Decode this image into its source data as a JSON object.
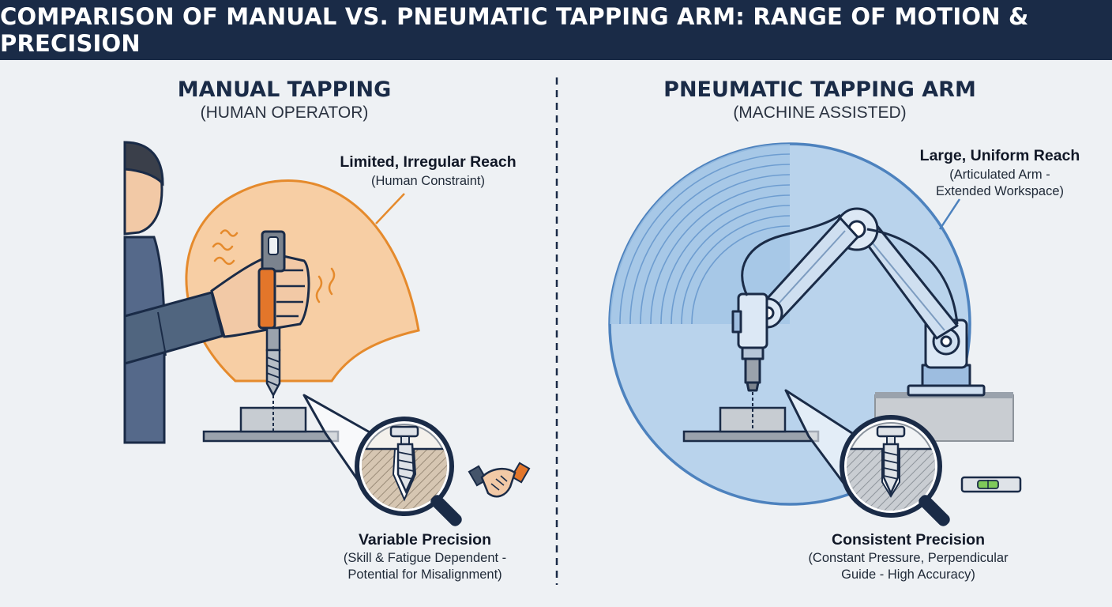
{
  "title": "COMPARISON OF MANUAL VS. PNEUMATIC TAPPING ARM: RANGE OF MOTION & PRECISION",
  "colors": {
    "header_bg": "#1a2b47",
    "manual_reach": "#f5a65b",
    "pneumatic_reach": "#5b8fc9",
    "background": "#eef1f4"
  },
  "manual": {
    "heading": "MANUAL TAPPING",
    "subheading": "(HUMAN OPERATOR)",
    "reach_label": "Limited, Irregular Reach",
    "reach_note": "(Human Constraint)",
    "precision_label": "Variable Precision",
    "precision_note_1": "(Skill & Fatigue Dependent -",
    "precision_note_2": "Potential for Misalignment)"
  },
  "pneumatic": {
    "heading": "PNEUMATIC TAPPING ARM",
    "subheading": "(MACHINE ASSISTED)",
    "reach_label": "Large, Uniform Reach",
    "reach_note_1": "(Articulated Arm -",
    "reach_note_2": "Extended Workspace)",
    "precision_label": "Consistent Precision",
    "precision_note_1": "(Constant Pressure, Perpendicular",
    "precision_note_2": "Guide - High Accuracy)"
  },
  "icons": [
    "operator-figure",
    "hand-tap-icon",
    "handshake-icon",
    "robotic-arm-icon",
    "spirit-level-icon",
    "magnifier-icon"
  ]
}
